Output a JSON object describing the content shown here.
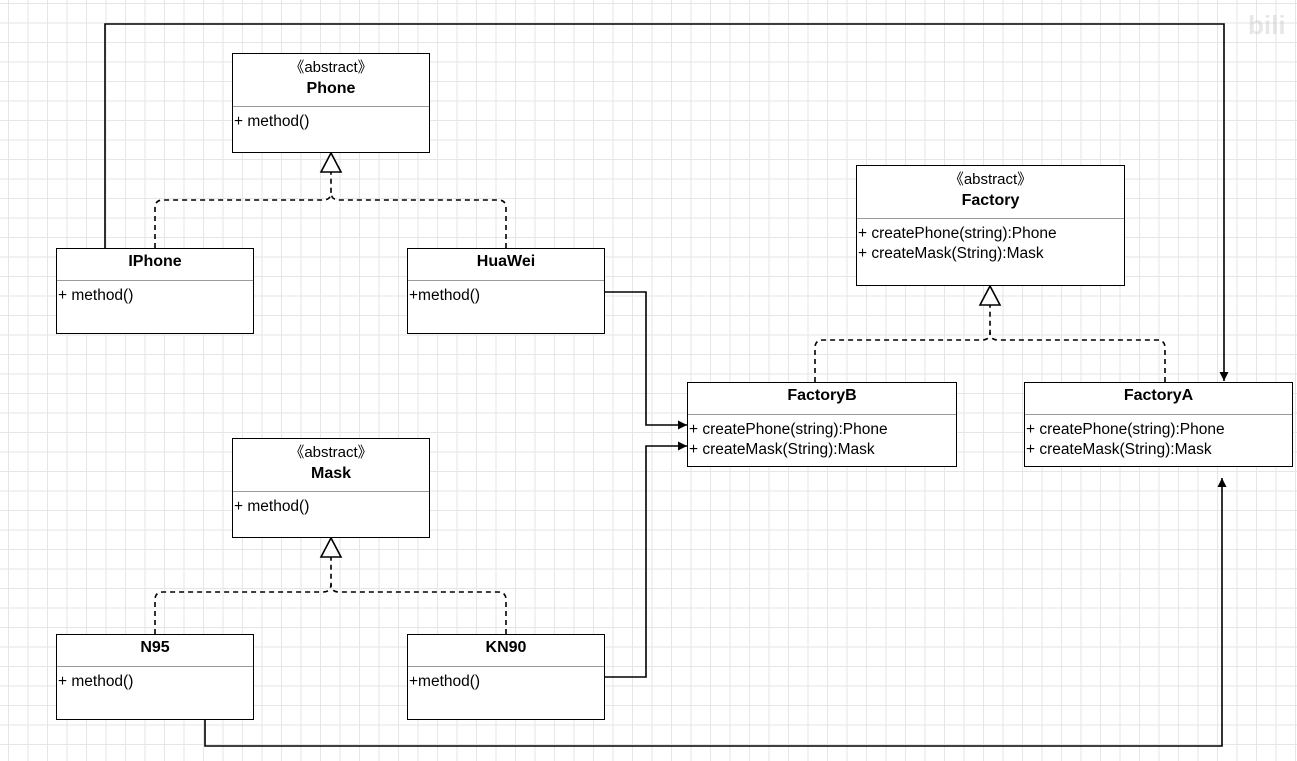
{
  "classes": {
    "phone": {
      "stereotype": "《abstract》",
      "name": "Phone",
      "ops": [
        "+ method()"
      ]
    },
    "iphone": {
      "name": "IPhone",
      "ops": [
        "+ method()"
      ]
    },
    "huawei": {
      "name": "HuaWei",
      "ops": [
        "+method()"
      ]
    },
    "mask": {
      "stereotype": "《abstract》",
      "name": "Mask",
      "ops": [
        "+ method()"
      ]
    },
    "n95": {
      "name": "N95",
      "ops": [
        "+ method()"
      ]
    },
    "kn90": {
      "name": "KN90",
      "ops": [
        "+method()"
      ]
    },
    "factory": {
      "stereotype": "《abstract》",
      "name": "Factory",
      "ops": [
        "+ createPhone(string):Phone",
        "+ createMask(String):Mask"
      ]
    },
    "factoryB": {
      "name": "FactoryB",
      "ops": [
        "+ createPhone(string):Phone",
        "+ createMask(String):Mask"
      ]
    },
    "factoryA": {
      "name": "FactoryA",
      "ops": [
        "+ createPhone(string):Phone",
        "+ createMask(String):Mask"
      ]
    }
  },
  "watermark": {
    "text": "bili"
  }
}
